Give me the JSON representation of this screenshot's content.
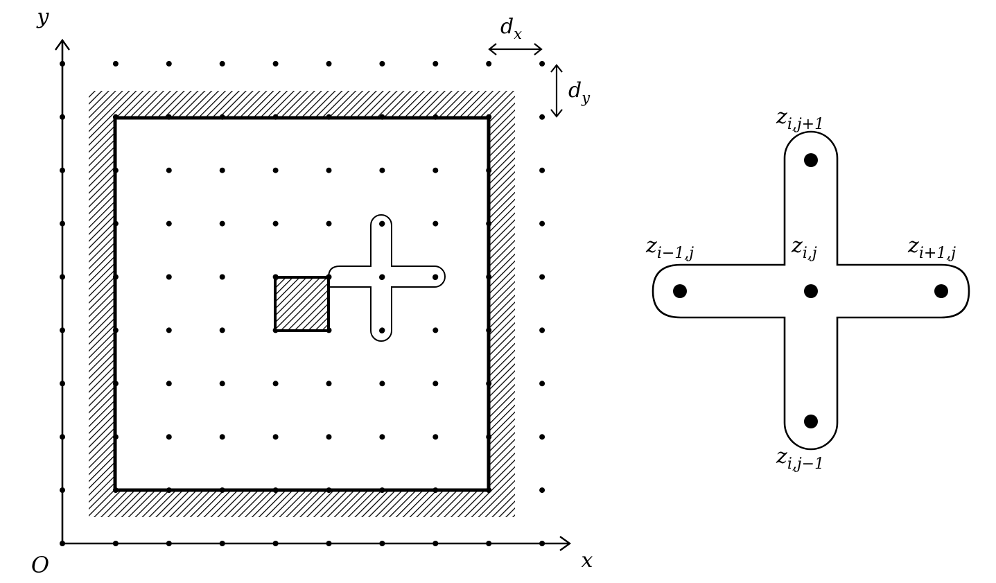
{
  "labels": {
    "y_axis": "y",
    "x_axis": "x",
    "origin": "O",
    "dx": {
      "base": "d",
      "sub": "x"
    },
    "dy": {
      "base": "d",
      "sub": "y"
    },
    "stencil_center": {
      "base": "z",
      "sub": "i,j"
    },
    "stencil_top": {
      "base": "z",
      "sub": "i,j+1"
    },
    "stencil_bottom": {
      "base": "z",
      "sub": "i,j−1"
    },
    "stencil_left": {
      "base": "z",
      "sub": "i−1,j"
    },
    "stencil_right": {
      "base": "z",
      "sub": "i+1,j"
    }
  },
  "grid": {
    "nx": 10,
    "ny": 10
  },
  "colors": {
    "ink": "#000000",
    "background": "#ffffff"
  }
}
